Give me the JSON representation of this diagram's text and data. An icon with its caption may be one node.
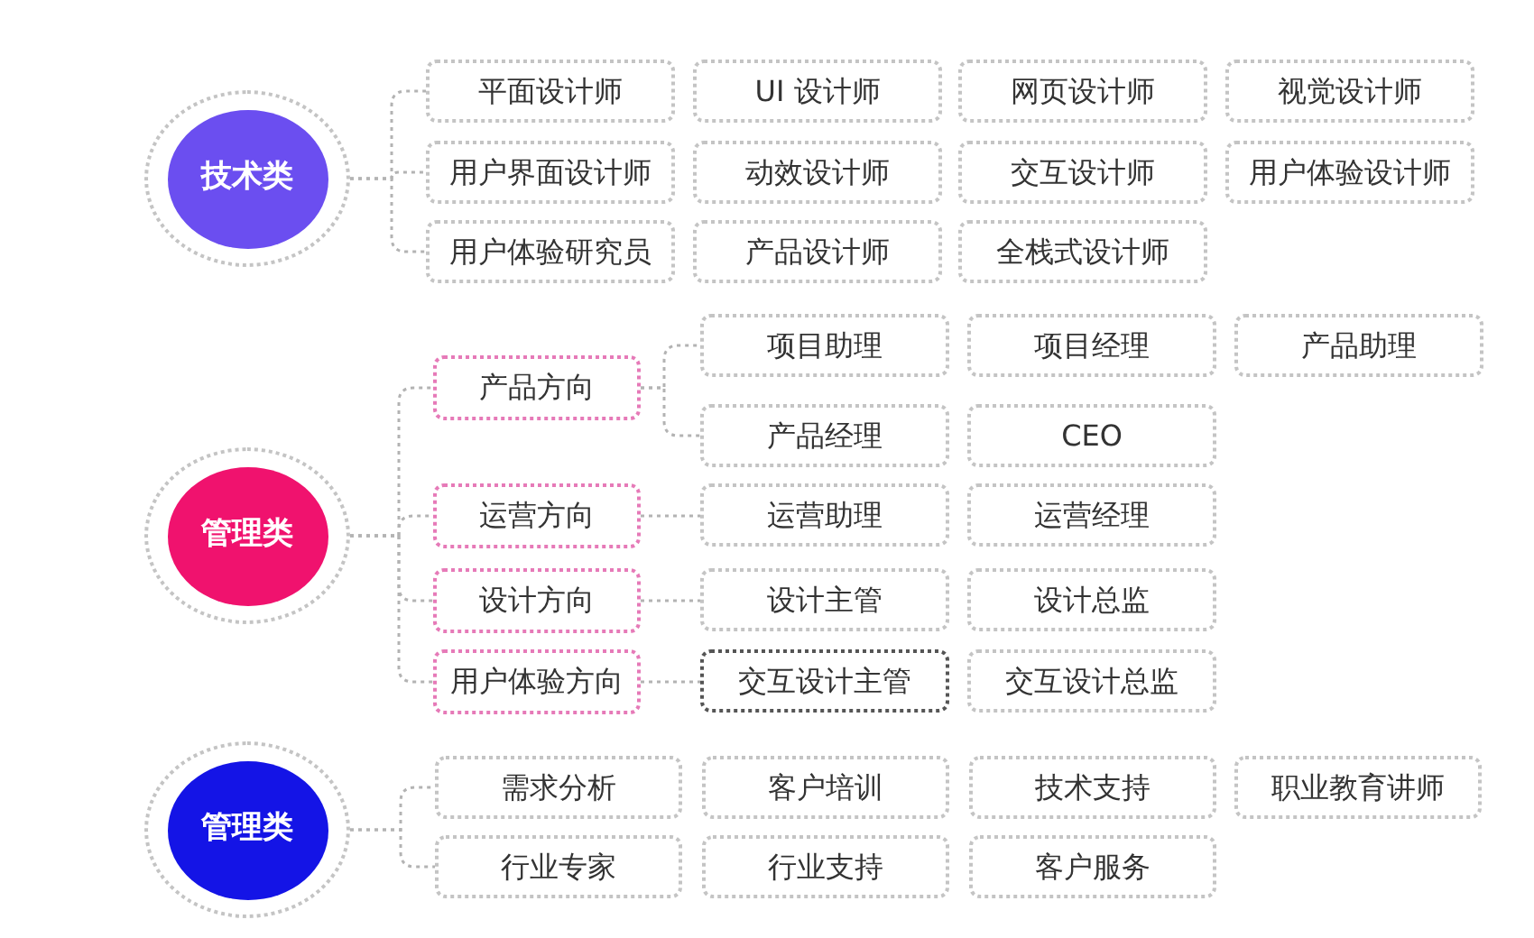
{
  "diagram": {
    "nodes": [
      {
        "text": [
          "技术类"
        ]
      },
      {
        "text": [
          "平面设计师"
        ]
      },
      {
        "text": [
          "UI 设计师"
        ]
      },
      {
        "text": [
          "网页设计师"
        ]
      },
      {
        "text": [
          "视觉设计师"
        ]
      },
      {
        "text": [
          "用户界面设计师"
        ]
      },
      {
        "text": [
          "动效设计师"
        ]
      },
      {
        "text": [
          "交互设计师"
        ]
      },
      {
        "text": [
          "用户体验设计师"
        ]
      },
      {
        "text": [
          "用户体验研究员"
        ]
      },
      {
        "text": [
          "产品设计师"
        ]
      },
      {
        "text": [
          "全栈式设计师"
        ]
      },
      {
        "text": [
          "管理类"
        ]
      },
      {
        "text": [
          "产品方向"
        ]
      },
      {
        "text": [
          "项目助理"
        ]
      },
      {
        "text": [
          "项目经理"
        ]
      },
      {
        "text": [
          "产品助理"
        ]
      },
      {
        "text": [
          "产品经理"
        ]
      },
      {
        "text": [
          "CEO"
        ]
      },
      {
        "text": [
          "运营方向"
        ]
      },
      {
        "text": [
          "运营助理"
        ]
      },
      {
        "text": [
          "运营经理"
        ]
      },
      {
        "text": [
          "设计方向"
        ]
      },
      {
        "text": [
          "设计主管"
        ]
      },
      {
        "text": [
          "设计总监"
        ]
      },
      {
        "text": [
          "用户体验方向"
        ]
      },
      {
        "text": [
          "交互设计主管"
        ]
      },
      {
        "text": [
          "交互设计总监"
        ]
      },
      {
        "text": [
          "管理类"
        ]
      },
      {
        "text": [
          "需求分析"
        ]
      },
      {
        "text": [
          "客户培训"
        ]
      },
      {
        "text": [
          "技术支持"
        ]
      },
      {
        "text": [
          "职业教育讲师"
        ]
      },
      {
        "text": [
          "行业专家"
        ]
      },
      {
        "text": [
          "行业支持"
        ]
      },
      {
        "text": [
          "客户服务"
        ]
      }
    ],
    "edges": [
      {
        "from": 0,
        "to": 1,
        "arrow": "none"
      },
      {
        "from": 0,
        "to": 5,
        "arrow": "none"
      },
      {
        "from": 0,
        "to": 9,
        "arrow": "none"
      },
      {
        "from": 12,
        "to": 13,
        "arrow": "none"
      },
      {
        "from": 12,
        "to": 19,
        "arrow": "none"
      },
      {
        "from": 12,
        "to": 22,
        "arrow": "none"
      },
      {
        "from": 12,
        "to": 25,
        "arrow": "none"
      },
      {
        "from": 13,
        "to": 14,
        "arrow": "none"
      },
      {
        "from": 13,
        "to": 17,
        "arrow": "none"
      },
      {
        "from": 19,
        "to": 20,
        "arrow": "none"
      },
      {
        "from": 22,
        "to": 23,
        "arrow": "none"
      },
      {
        "from": 25,
        "to": 26,
        "arrow": "none"
      },
      {
        "from": 28,
        "to": 29,
        "arrow": "none"
      },
      {
        "from": 28,
        "to": 33,
        "arrow": "none"
      }
    ]
  }
}
